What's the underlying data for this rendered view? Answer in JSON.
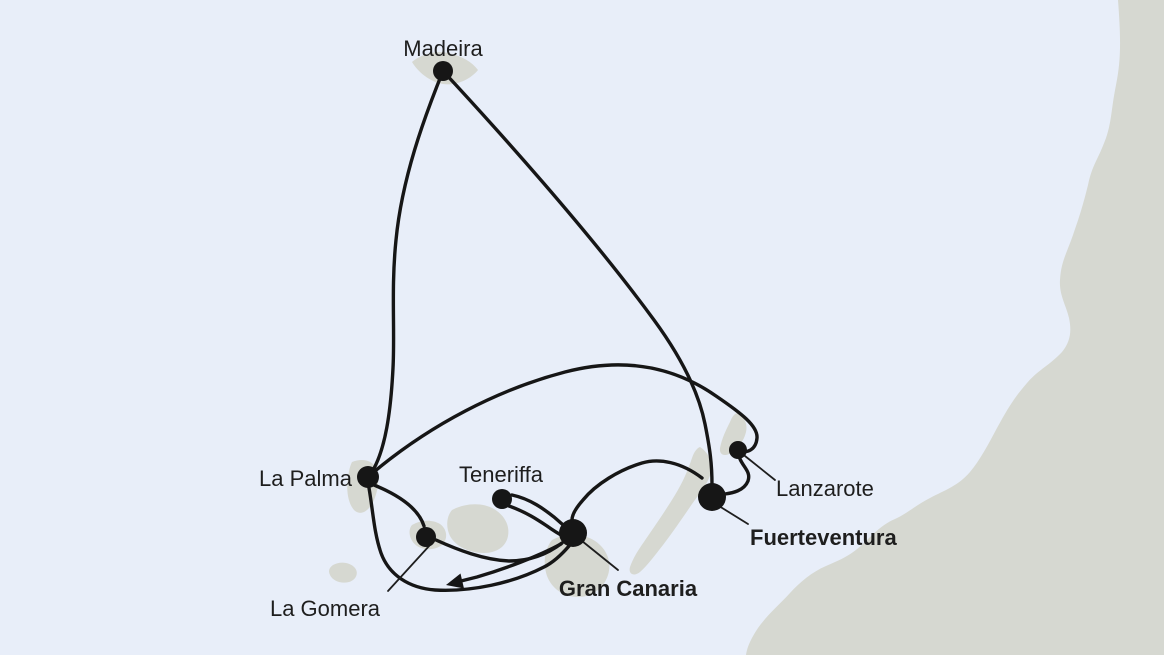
{
  "map": {
    "ports": [
      {
        "id": "madeira",
        "label": "Madeira",
        "emphasis": "normal"
      },
      {
        "id": "la-palma",
        "label": "La Palma",
        "emphasis": "normal"
      },
      {
        "id": "teneriffa",
        "label": "Teneriffa",
        "emphasis": "normal"
      },
      {
        "id": "la-gomera",
        "label": "La Gomera",
        "emphasis": "normal"
      },
      {
        "id": "gran-canaria",
        "label": "Gran Canaria",
        "emphasis": "bold"
      },
      {
        "id": "fuerteventura",
        "label": "Fuerteventura",
        "emphasis": "bold"
      },
      {
        "id": "lanzarote",
        "label": "Lanzarote",
        "emphasis": "normal"
      }
    ],
    "routes": [
      {
        "from": "Madeira",
        "to": "La Palma"
      },
      {
        "from": "Madeira",
        "to": "Fuerteventura"
      },
      {
        "from": "La Palma",
        "to": "Lanzarote",
        "note": "wide northern arc looping into Lanzarote"
      },
      {
        "from": "Lanzarote",
        "to": "Fuerteventura",
        "note": "short s-curve"
      },
      {
        "from": "Fuerteventura",
        "to": "Gran Canaria",
        "note": "sweep west then south into Gran Canaria"
      },
      {
        "from": "Teneriffa",
        "to": "Gran Canaria",
        "note": "double parallel lines"
      },
      {
        "from": "La Palma",
        "to": "La Gomera"
      },
      {
        "from": "La Gomera",
        "to": "Gran Canaria"
      },
      {
        "from": "La Palma",
        "to": "Gran Canaria",
        "note": "southern loop below La Gomera"
      },
      {
        "from": "Gran Canaria",
        "to": "southwest open sea",
        "arrow": true,
        "note": "direction arrowhead"
      }
    ],
    "colors": {
      "sea": "#e8eef9",
      "land": "#d6d8d1",
      "route": "#161616",
      "label": "#1e1e1e"
    }
  }
}
